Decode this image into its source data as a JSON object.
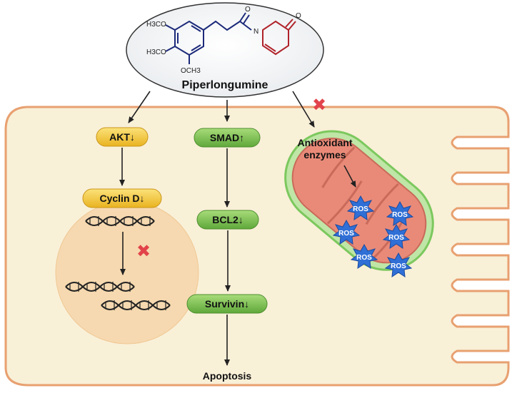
{
  "compound": {
    "name": "Piperlongumine",
    "groups": [
      "H3CO",
      "H3CO",
      "OCH3"
    ],
    "atoms": {
      "oxygen": "O",
      "nitrogen": "N"
    }
  },
  "pathway_left": {
    "akt": "AKT",
    "cyclin": "Cyclin D",
    "arrow_down": "↓"
  },
  "pathway_middle": {
    "smad": "SMAD",
    "bcl2": "BCL2",
    "survivin": "Survivin",
    "arrow_up": "↑",
    "arrow_down": "↓"
  },
  "outcome": "Apoptosis",
  "mitochondrion": {
    "label_line1": "Antioxidant",
    "label_line2": "enzymes",
    "ros": [
      "ROS",
      "ROS",
      "ROS",
      "ROS",
      "ROS",
      "ROS"
    ]
  },
  "inhibition_mark": "✖",
  "colors": {
    "cell_fill": "#f9f0d8",
    "cell_stroke": "#e8a070",
    "akt_fill": "#f5c842",
    "smad_fill": "#7cc14a",
    "nucleus_fill": "#f6d9b0",
    "mito_fill": "#e98a78",
    "mito_membrane": "#8fd07a",
    "ros_fill": "#2f6fd6",
    "inhibit": "#e2434b"
  }
}
